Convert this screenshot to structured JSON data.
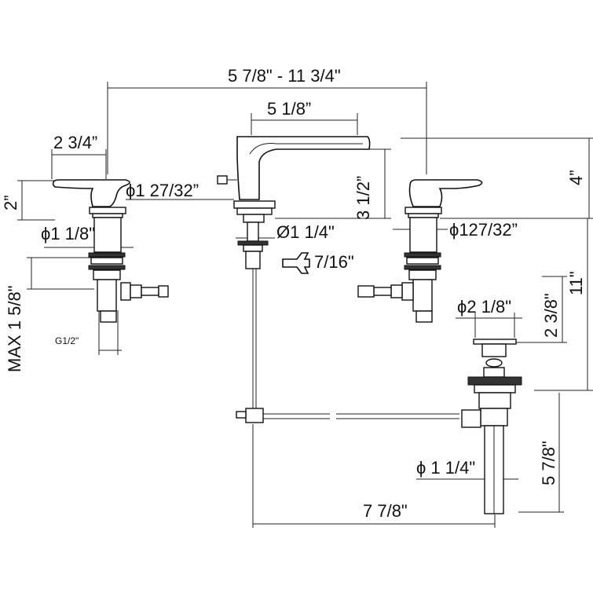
{
  "dimensions": {
    "spread": "5 7/8\" - 11 3/4\"",
    "spout_reach": "5 1/8”",
    "handle_width": "2 3/4”",
    "handle_height": "2”",
    "spout_base_dia": "ϕ1 27/32”",
    "spout_height": "3 1/2”",
    "overall_height": "4”",
    "handle_shank_dia": "ϕ1 1/8\"",
    "spout_shank_dia": "Ø1 1/4\"",
    "wrench_size": "7/16\"",
    "right_base_dia": "ϕ127/32”",
    "max_deck": "MAX 1 5/8\"",
    "connection": "G1/2\"",
    "total_height": "11\"",
    "drain_cap_dia": "ϕ2 1/8\"",
    "drain_cap_height": "2 3/8\"",
    "drain_tail_dia": "ϕ 1 1/4\"",
    "drain_tail_length": "5 7/8\"",
    "rod_length": "7 7/8\""
  }
}
